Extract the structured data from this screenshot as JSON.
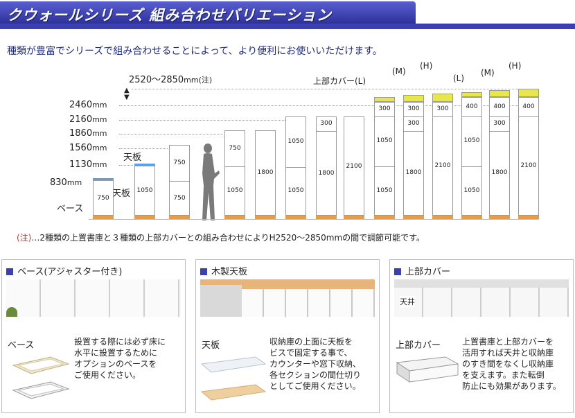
{
  "title": "クウォールシリーズ 組み合わせバリエーション",
  "intro": "種類が豊富でシリーズで組み合わせることによって、より便利にお使いいただけます。",
  "diagram": {
    "range_label": "2520〜2850",
    "range_unit": "mm(注)",
    "unit": "mm",
    "heights": [
      "2460",
      "2160",
      "1860",
      "1560",
      "1130",
      "830"
    ],
    "label_base": "ベース",
    "label_tenban": "天板",
    "label_tenban2": "天板",
    "cover_label_L1": "上部カバー(L)",
    "cover_labels": [
      "(M)",
      "(H)",
      "(L)",
      "(M)",
      "(H)"
    ],
    "cabinets": [
      {
        "segs": [
          "750"
        ]
      },
      {
        "segs": [
          "1050"
        ]
      },
      {
        "segs": [
          "750",
          "750"
        ]
      },
      {
        "segs": [
          "750",
          "1050"
        ]
      },
      {
        "segs": [
          "1800"
        ]
      },
      {
        "segs": [
          "1050",
          "1050"
        ]
      },
      {
        "segs": [
          "300",
          "1800"
        ]
      },
      {
        "segs": [
          "2100"
        ]
      },
      {
        "segs": [
          "300",
          "1050",
          "1050"
        ]
      },
      {
        "segs": [
          "300",
          "300",
          "1800"
        ]
      },
      {
        "segs": [
          "300",
          "2100"
        ]
      },
      {
        "segs": [
          "400",
          "1050",
          "1050"
        ]
      },
      {
        "segs": [
          "400",
          "300",
          "1800"
        ]
      },
      {
        "segs": [
          "400",
          "2100"
        ]
      }
    ]
  },
  "note_mark": "(注)",
  "note": "…2種類の上置書庫と３種類の上部カバーとの組み合わせによりH2520〜2850mmの間で調節可能です。",
  "panels": [
    {
      "title": "ベース(アジャスター付き)",
      "label": "ベース",
      "text": [
        "設置する際には必ず床に",
        "水平に設置するために",
        "オプションのベースを",
        "ご使用ください。"
      ]
    },
    {
      "title": "木製天板",
      "label": "天板",
      "text": [
        "収納庫の上面に天板を",
        "ビスで固定する事で、",
        "カウンターや窓下収納、",
        "各セクションの間仕切り",
        "としてご使用ください。"
      ]
    },
    {
      "title": "上部カバー",
      "label": "上部カバー",
      "label2": "天井",
      "text": [
        "上置書庫と上部カバーを",
        "活用すれば天井と収納庫",
        "のすき間をなくし収納庫",
        "を支えます。また転倒",
        "防止にも効果があります。"
      ]
    }
  ],
  "colors": {
    "accent": "#3b3fb0",
    "base": "#f29b35",
    "cover": "#e8e64a",
    "tenban": "#5aa0e8"
  }
}
